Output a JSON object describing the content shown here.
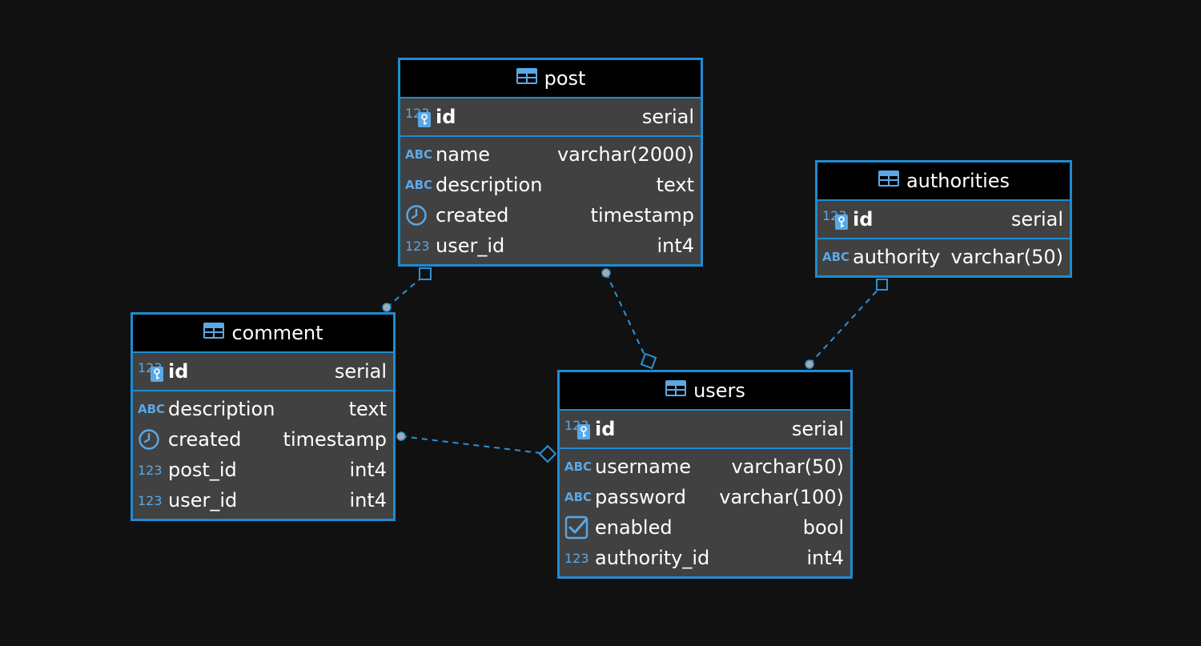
{
  "diagram": {
    "tables": [
      {
        "key": "post",
        "title": "post",
        "pk": {
          "name": "id",
          "type": "serial"
        },
        "columns": [
          {
            "name": "name",
            "type": "varchar(2000)",
            "icon": "abc"
          },
          {
            "name": "description",
            "type": "text",
            "icon": "abc"
          },
          {
            "name": "created",
            "type": "timestamp",
            "icon": "clock"
          },
          {
            "name": "user_id",
            "type": "int4",
            "icon": "num"
          }
        ]
      },
      {
        "key": "authorities",
        "title": "authorities",
        "pk": {
          "name": "id",
          "type": "serial"
        },
        "columns": [
          {
            "name": "authority",
            "type": "varchar(50)",
            "icon": "abc"
          }
        ]
      },
      {
        "key": "comment",
        "title": "comment",
        "pk": {
          "name": "id",
          "type": "serial"
        },
        "columns": [
          {
            "name": "description",
            "type": "text",
            "icon": "abc"
          },
          {
            "name": "created",
            "type": "timestamp",
            "icon": "clock"
          },
          {
            "name": "post_id",
            "type": "int4",
            "icon": "num"
          },
          {
            "name": "user_id",
            "type": "int4",
            "icon": "num"
          }
        ]
      },
      {
        "key": "users",
        "title": "users",
        "pk": {
          "name": "id",
          "type": "serial"
        },
        "columns": [
          {
            "name": "username",
            "type": "varchar(50)",
            "icon": "abc"
          },
          {
            "name": "password",
            "type": "varchar(100)",
            "icon": "abc"
          },
          {
            "name": "enabled",
            "type": "bool",
            "icon": "check"
          },
          {
            "name": "authority_id",
            "type": "int4",
            "icon": "num"
          }
        ]
      }
    ],
    "icon_text": {
      "abc": "ABC",
      "num": "123"
    },
    "colors": {
      "background": "#111112",
      "border": "#1f8bd0",
      "header": "#000000",
      "body": "#414141",
      "icon": "#5aa8e6",
      "connector": "#2a93d8",
      "endpoint": "#a9a9a9"
    }
  }
}
